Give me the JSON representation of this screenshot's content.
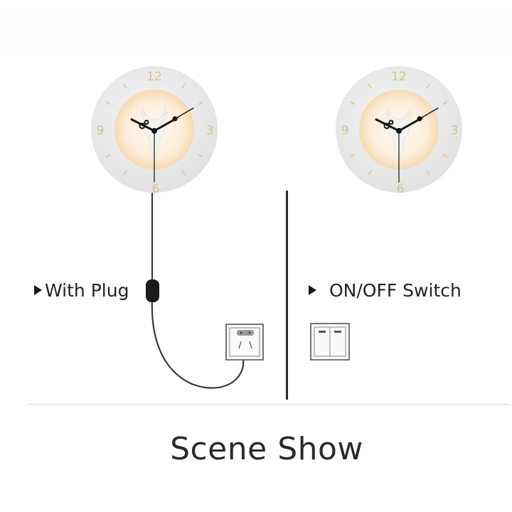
{
  "left_clock": {
    "numerals": {
      "n12": "12",
      "n3": "3",
      "n6": "6",
      "n9": "9"
    }
  },
  "right_clock": {
    "numerals": {
      "n12": "12",
      "n3": "3",
      "n6": "6",
      "n9": "9"
    }
  },
  "labels": {
    "plug": "With Plug",
    "switch": "ON/OFF Switch"
  },
  "title": "Scene Show",
  "colors": {
    "clock_face": "#ebebeb",
    "glow": "#fbe7cc",
    "numerals": "#d7c195",
    "hands": "#151515",
    "cable": "#3a3a3a"
  }
}
